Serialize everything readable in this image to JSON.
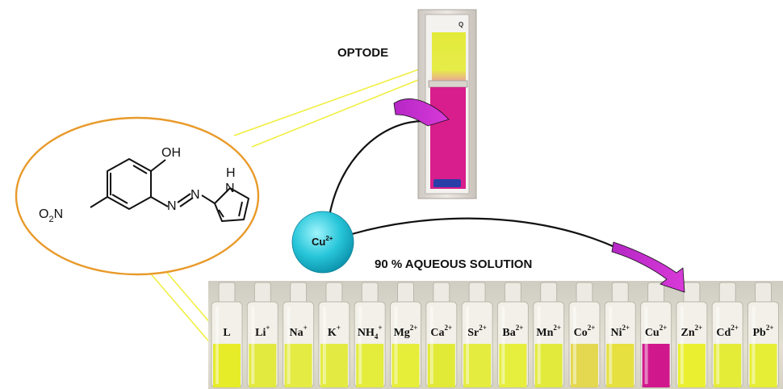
{
  "optode": {
    "title": "OPTODE",
    "corner_mark": "Q"
  },
  "solution": {
    "title": "90 % AQUEOUS  SOLUTION"
  },
  "bubble": {
    "ion": "Cu",
    "charge": "2+"
  },
  "molecule": {
    "hydroxyl": "OH",
    "nitro_base": "O",
    "nitro_sub": "2",
    "nitro_tail": "N",
    "azo_n1": "N",
    "azo_n2": "N",
    "pyrrole_n": "N",
    "pyrrole_h": "H"
  },
  "vials": [
    {
      "base": "L",
      "sup": "",
      "sub": "",
      "solution_color": "#e6ec28"
    },
    {
      "base": "Li",
      "sup": "+",
      "sub": "",
      "solution_color": "#e2ea40"
    },
    {
      "base": "Na",
      "sup": "+",
      "sub": "",
      "solution_color": "#e4ec44"
    },
    {
      "base": "K",
      "sup": "+",
      "sub": "",
      "solution_color": "#e3eb42"
    },
    {
      "base": "NH",
      "sup": "+",
      "sub": "4",
      "solution_color": "#e4ec3c"
    },
    {
      "base": "Mg",
      "sup": "2+",
      "sub": "",
      "solution_color": "#e6ee3a"
    },
    {
      "base": "Ca",
      "sup": "2+",
      "sub": "",
      "solution_color": "#e2ea38"
    },
    {
      "base": "Sr",
      "sup": "2+",
      "sub": "",
      "solution_color": "#e4ec40"
    },
    {
      "base": "Ba",
      "sup": "2+",
      "sub": "",
      "solution_color": "#e6ee3e"
    },
    {
      "base": "Mn",
      "sup": "2+",
      "sub": "",
      "solution_color": "#e2ea3c"
    },
    {
      "base": "Co",
      "sup": "2+",
      "sub": "",
      "solution_color": "#e4d850"
    },
    {
      "base": "Ni",
      "sup": "2+",
      "sub": "",
      "solution_color": "#e6e040"
    },
    {
      "base": "Cu",
      "sup": "2+",
      "sub": "",
      "solution_color": "#d0188c"
    },
    {
      "base": "Zn",
      "sup": "2+",
      "sub": "",
      "solution_color": "#eaf030"
    },
    {
      "base": "Cd",
      "sup": "2+",
      "sub": "",
      "solution_color": "#e4ec38"
    },
    {
      "base": "Pb",
      "sup": "2+",
      "sub": "",
      "solution_color": "#e6ee36"
    }
  ],
  "colors": {
    "yellow": "#e8ee30",
    "magenta": "#d81e8c",
    "arrow": "#cc33cc",
    "ellipse": "#e89a2a",
    "bubble": "#22c4d8"
  }
}
